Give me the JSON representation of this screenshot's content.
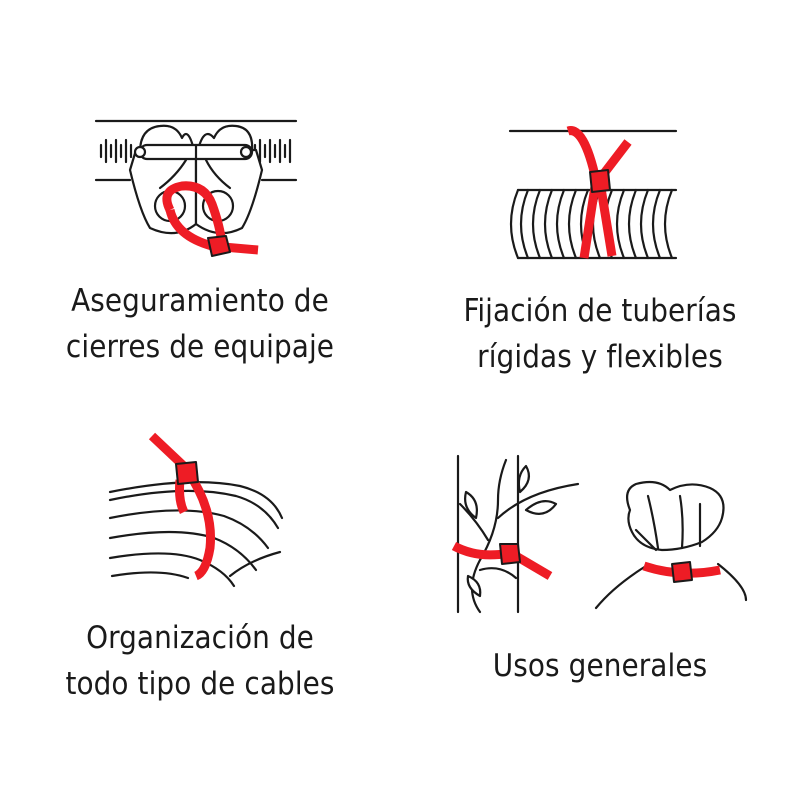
{
  "colors": {
    "tie": "#ee1c25",
    "line": "#1a1a1a",
    "background": "#ffffff"
  },
  "panels": [
    {
      "id": "luggage",
      "icon": "luggage-zipper-icon",
      "caption_lines": [
        "Aseguramiento de",
        "cierres de equipaje"
      ]
    },
    {
      "id": "pipes",
      "icon": "corrugated-pipe-icon",
      "caption_lines": [
        "Fijación de tuberías",
        "rígidas y flexibles"
      ]
    },
    {
      "id": "cables",
      "icon": "cable-bundle-icon",
      "caption_lines": [
        "Organización de",
        "todo tipo de cables"
      ]
    },
    {
      "id": "general",
      "icon": "plant-and-bag-icon",
      "caption_lines": [
        "Usos generales"
      ]
    }
  ]
}
